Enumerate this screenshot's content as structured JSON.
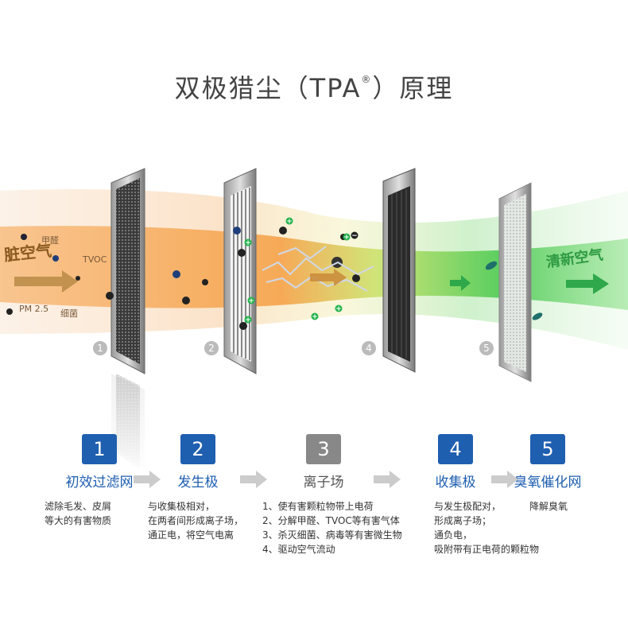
{
  "title_main": "双极猎尘（TPA",
  "title_reg": "®",
  "title_end": "）原理",
  "flow": {
    "dirty_air": "脏空气",
    "formaldehyde": "甲醛",
    "tvoc": "TVOC",
    "pm25": "PM 2.5",
    "bacteria": "细菌",
    "fresh_air": "清新空气"
  },
  "panel_markers": [
    "1",
    "2",
    "4",
    "5"
  ],
  "stages": [
    {
      "num": "1",
      "name": "初效过滤网",
      "desc": "滤除毛发、皮屑\n等大的有害物质",
      "active": true
    },
    {
      "num": "2",
      "name": "发生极",
      "desc": "与收集极相对，\n在两者间形成离子场，\n通正电，将空气电离",
      "active": true
    },
    {
      "num": "3",
      "name": "离子场",
      "desc": "1、使有害颗粒物带上电荷\n2、分解甲醛、TVOC等有害气体\n3、杀灭细菌、病毒等有害微生物\n4、驱动空气流动",
      "active": false
    },
    {
      "num": "4",
      "name": "收集极",
      "desc": "与发生极配对，\n形成离子场；\n通负电，\n吸附带有正电荷的颗粒物",
      "active": true
    },
    {
      "num": "5",
      "name": "臭氧催化网",
      "desc": "降解臭氧",
      "active": true
    }
  ],
  "colors": {
    "active_blue": "#1f5fb0",
    "inactive_gray": "#888888",
    "dirty_orange": "#f2a14a",
    "fresh_green": "#3fc545"
  }
}
